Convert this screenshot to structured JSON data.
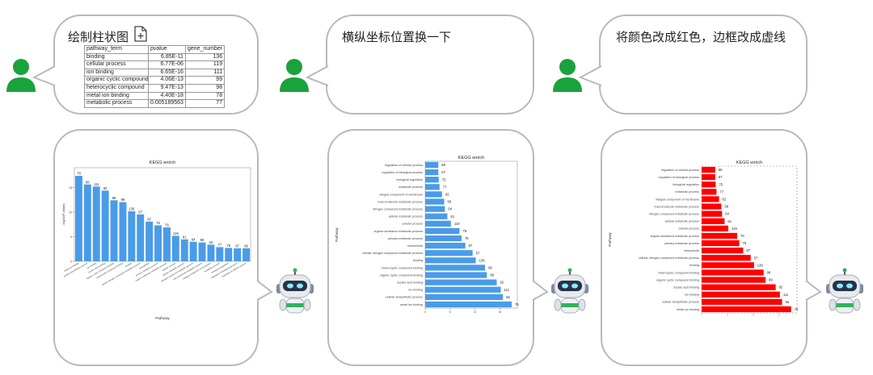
{
  "colors": {
    "blue": "#4a9ce8",
    "red": "#ff0000",
    "user": "#1aa23c"
  },
  "prompts": [
    {
      "text": "绘制柱状图"
    },
    {
      "text": "横纵坐标位置换一下"
    },
    {
      "text": "将颜色改成红色，边框改成虚线"
    }
  ],
  "table": {
    "headers": [
      "pathway_term",
      "pvalue",
      "gene_number"
    ],
    "rows": [
      [
        "binding",
        "6.85E-11",
        "136"
      ],
      [
        "cellular process",
        "6.77E-06",
        "119"
      ],
      [
        "ion binding",
        "6.65E-16",
        "111"
      ],
      [
        "organic cyclic compound",
        "4.06E-13",
        "99"
      ],
      [
        "heterocyclic compound",
        "9.47E-13",
        "98"
      ],
      [
        "metal ion binding",
        "4.40E-18",
        "78"
      ],
      [
        "metabolic process",
        "0.005189563",
        "77"
      ]
    ]
  },
  "chart_data": [
    {
      "type": "bar",
      "orientation": "vertical",
      "title": "KEGG enrich",
      "xlabel": "Pathway",
      "ylabel": "-log10(P-value)",
      "color": "blue",
      "border": "solid",
      "categories": [
        "metal ion binding",
        "cellular biosynthetic process",
        "ion binding",
        "nucleic acid binding",
        "organic cyclic compound binding",
        "heterocyclic compound binding",
        "binding",
        "cellular nitrogen compound metabolic process",
        "intracellular",
        "primary metabolic process",
        "organic substance metabolic process",
        "cellular process",
        "cellular metabolic process",
        "nitrogen compound metabolic process",
        "macromolecule metabolic process",
        "integral component of membrane",
        "metabolic process",
        "biological regulation",
        "regulation of biological process",
        "regulation of cellular process"
      ],
      "values": [
        17.36,
        15.6,
        15.18,
        14.36,
        12.39,
        12.02,
        10.16,
        9.52,
        8.06,
        7.3,
        6.9,
        5.17,
        4.45,
        3.96,
        3.82,
        3.38,
        2.88,
        2.72,
        2.64,
        2.64
      ],
      "labels": [
        78,
        56,
        111,
        92,
        99,
        98,
        136,
        57,
        67,
        75,
        76,
        119,
        61,
        64,
        58,
        62,
        77,
        75,
        67,
        66
      ],
      "yticks": [
        0,
        5,
        10,
        15
      ],
      "ylim": [
        0,
        19
      ]
    },
    {
      "type": "bar",
      "orientation": "horizontal",
      "title": "KEGG enrich",
      "xlabel": "",
      "ylabel": "Pathway",
      "color": "blue",
      "border": "solid",
      "categories": [
        "regulation of cellular process",
        "regulation of biological process",
        "biological regulation",
        "metabolic process",
        "integral component of membrane",
        "macromolecule metabolic process",
        "nitrogen compound metabolic process",
        "cellular metabolic process",
        "cellular process",
        "organic substance metabolic process",
        "primary metabolic process",
        "intracellular",
        "cellular nitrogen compound metabolic process",
        "binding",
        "heterocyclic compound binding",
        "organic cyclic compound binding",
        "nucleic acid binding",
        "ion binding",
        "cellular biosynthetic process",
        "metal ion binding"
      ],
      "values": [
        2.64,
        2.64,
        2.72,
        2.88,
        3.38,
        3.82,
        3.96,
        4.45,
        5.17,
        6.9,
        7.3,
        8.06,
        9.52,
        10.16,
        12.02,
        12.39,
        14.36,
        15.18,
        15.6,
        17.36
      ],
      "labels": [
        66,
        67,
        75,
        77,
        62,
        58,
        64,
        61,
        119,
        76,
        75,
        67,
        57,
        136,
        98,
        99,
        92,
        111,
        56,
        78
      ],
      "xticks": [
        0,
        5,
        10,
        15
      ],
      "xlim": [
        0,
        18.5
      ]
    },
    {
      "type": "bar",
      "orientation": "horizontal",
      "title": "KEGG enrich",
      "xlabel": "",
      "ylabel": "Pathway",
      "color": "red",
      "border": "dashed",
      "categories": [
        "regulation of cellular process",
        "regulation of biological process",
        "biological regulation",
        "metabolic process",
        "integral component of membrane",
        "macromolecule metabolic process",
        "nitrogen compound metabolic process",
        "cellular metabolic process",
        "cellular process",
        "organic substance metabolic process",
        "primary metabolic process",
        "intracellular",
        "cellular nitrogen compound metabolic process",
        "binding",
        "heterocyclic compound binding",
        "organic cyclic compound binding",
        "nucleic acid binding",
        "ion binding",
        "cellular biosynthetic process",
        "metal ion binding"
      ],
      "values": [
        2.64,
        2.64,
        2.72,
        2.88,
        3.38,
        3.82,
        3.96,
        4.45,
        5.17,
        6.9,
        7.3,
        8.06,
        9.52,
        10.16,
        12.02,
        12.39,
        14.36,
        15.18,
        15.6,
        17.36
      ],
      "labels": [
        66,
        67,
        75,
        77,
        62,
        58,
        64,
        61,
        119,
        76,
        75,
        67,
        57,
        136,
        98,
        99,
        92,
        111,
        56,
        78
      ],
      "xticks": [
        0,
        5,
        10,
        15
      ],
      "xlim": [
        0,
        18.5
      ]
    }
  ]
}
